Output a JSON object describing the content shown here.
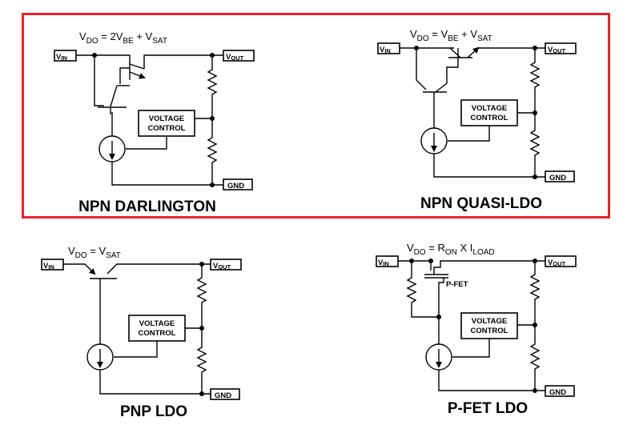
{
  "highlight": {
    "color": "#e8232a"
  },
  "panels": {
    "npn_darlington": {
      "title": "NPN DARLINGTON",
      "eq": {
        "v": "V",
        "do": "DO",
        "mid": " = 2V",
        "be": "BE",
        "plus": " + V",
        "sat": "SAT"
      },
      "vin": {
        "v": "V",
        "sub": "IN"
      },
      "vout": {
        "v": "V",
        "sub": "OUT"
      },
      "gnd": "GND",
      "control": [
        "VOLTAGE",
        "CONTROL"
      ]
    },
    "npn_quasi_ldo": {
      "title": "NPN QUASI-LDO",
      "eq": {
        "v": "V",
        "do": "DO",
        "mid": " = V",
        "be": "BE",
        "plus": " + V",
        "sat": "SAT"
      },
      "vin": {
        "v": "V",
        "sub": "IN"
      },
      "vout": {
        "v": "V",
        "sub": "OUT"
      },
      "gnd": "GND",
      "control": [
        "VOLTAGE",
        "CONTROL"
      ]
    },
    "pnp_ldo": {
      "title": "PNP LDO",
      "eq": {
        "v": "V",
        "do": "DO",
        "mid": " = V",
        "sat": "SAT"
      },
      "vin": {
        "v": "V",
        "sub": "IN"
      },
      "vout": {
        "v": "V",
        "sub": "OUT"
      },
      "gnd": "GND",
      "control": [
        "VOLTAGE",
        "CONTROL"
      ]
    },
    "pfet_ldo": {
      "title": "P-FET LDO",
      "eq": {
        "v": "V",
        "do": "DO",
        "mid": " = R",
        "on": "ON",
        "x": " X I",
        "load": "LOAD"
      },
      "vin": {
        "v": "V",
        "sub": "IN"
      },
      "vout": {
        "v": "V",
        "sub": "OUT"
      },
      "gnd": "GND",
      "control": [
        "VOLTAGE",
        "CONTROL"
      ],
      "fet_label": "P-FET"
    }
  }
}
